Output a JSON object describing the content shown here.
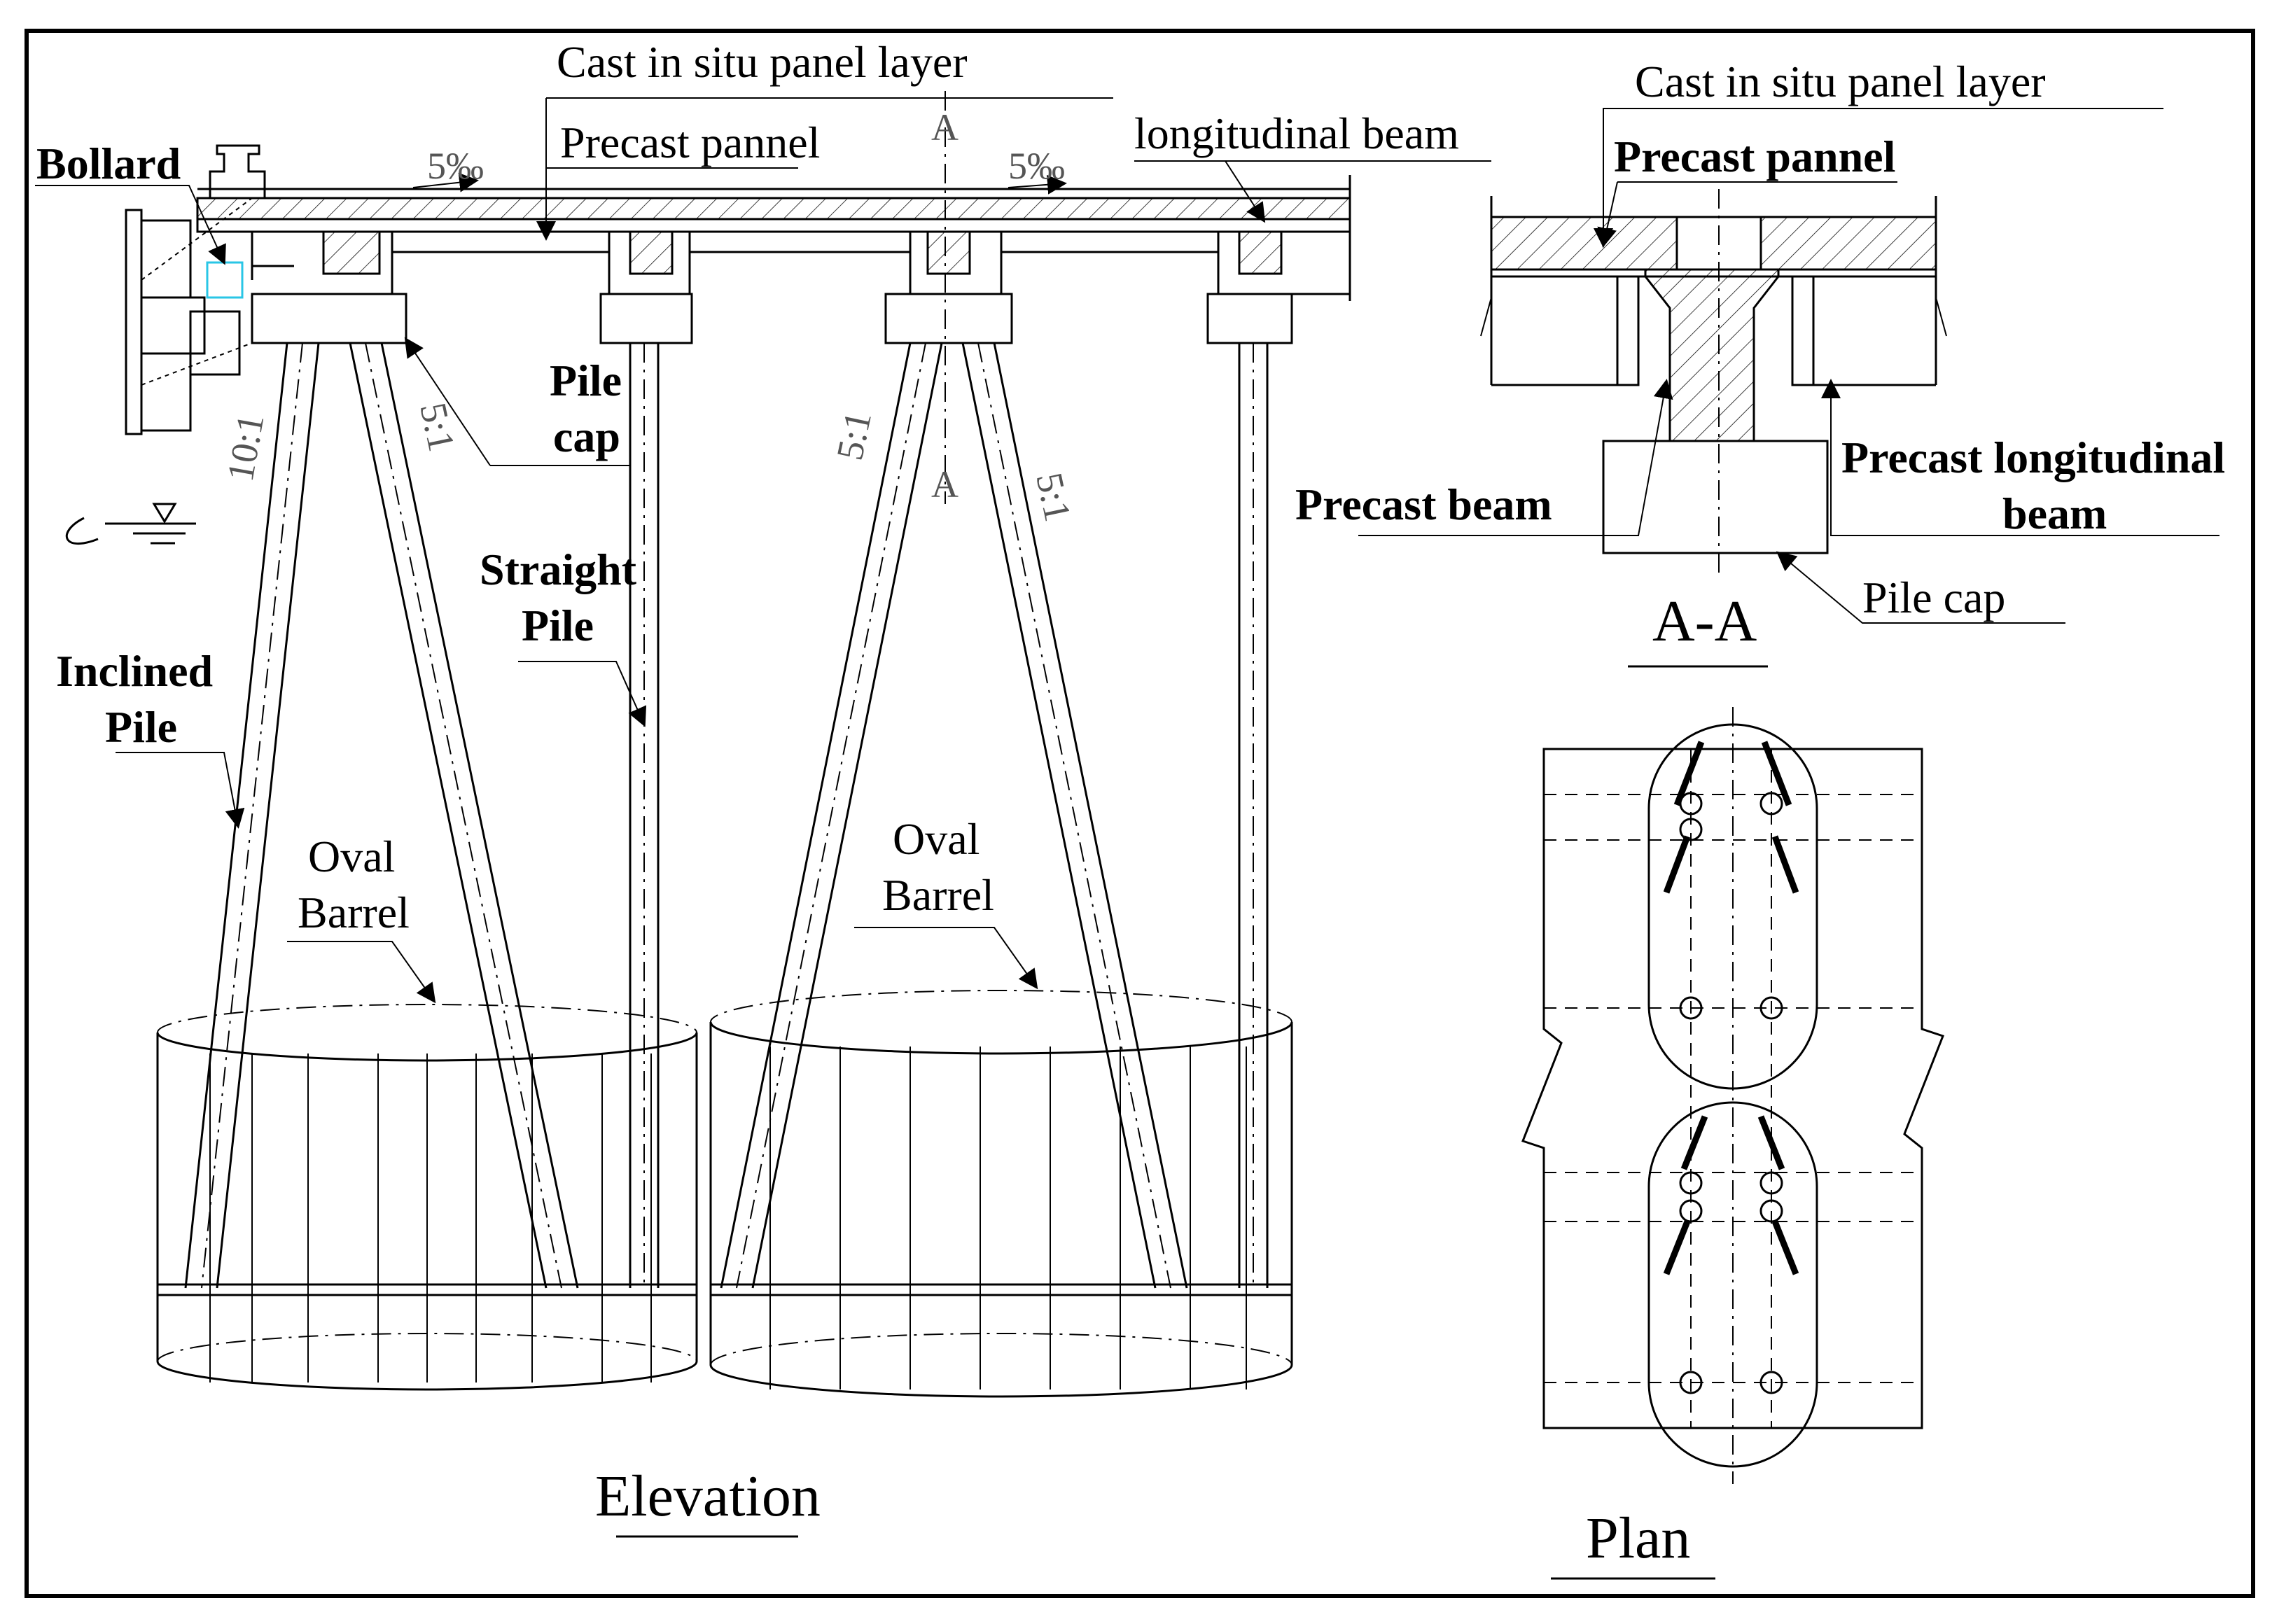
{
  "elevation": {
    "title": "Elevation",
    "labels": {
      "cast_in_situ": "Cast in situ panel layer",
      "precast_panel": "Precast pannel",
      "longitudinal_beam": "longitudinal beam",
      "bollard": "Bollard",
      "pile_cap_1": "Pile",
      "pile_cap_2": "cap",
      "straight_pile_1": "Straight",
      "straight_pile_2": "Pile",
      "inclined_pile_1": "Inclined",
      "inclined_pile_2": "Pile",
      "oval_barrel_a_1": "Oval",
      "oval_barrel_a_2": "Barrel",
      "oval_barrel_b_1": "Oval",
      "oval_barrel_b_2": "Barrel",
      "section_mark_top": "A",
      "section_mark_bottom": "A"
    },
    "dimensions": {
      "slope_left": "5‰",
      "slope_right": "5‰",
      "batter_1": "10:1",
      "batter_2": "5:1",
      "batter_3": "5:1",
      "batter_4": "5:1"
    }
  },
  "section_aa": {
    "title": "A-A",
    "labels": {
      "cast_in_situ": "Cast in situ panel layer",
      "precast_panel": "Precast pannel",
      "precast_beam": "Precast beam",
      "precast_long_beam_1": "Precast longitudinal",
      "precast_long_beam_2": "beam",
      "pile_cap": "Pile cap"
    }
  },
  "plan": {
    "title": "Plan"
  }
}
